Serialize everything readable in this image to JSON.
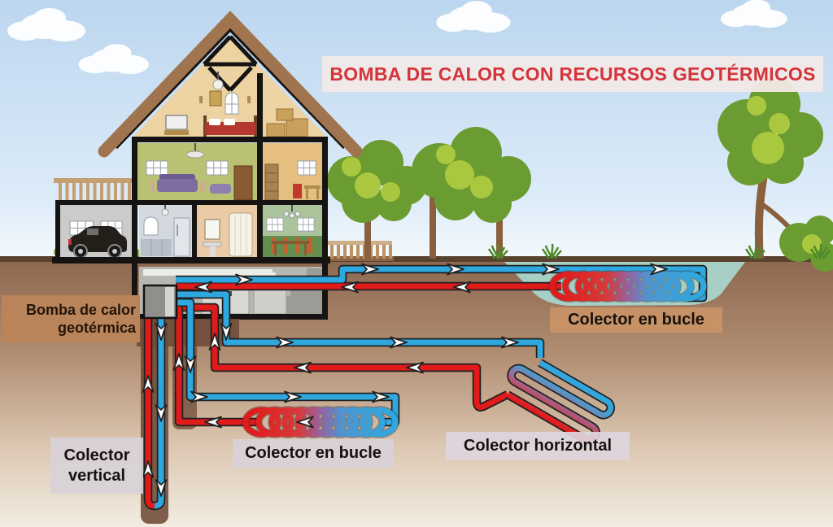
{
  "title": "BOMBA DE CALOR CON RECURSOS GEOTÉRMICOS",
  "labels": {
    "heat_pump_line1": "Bomba de calor",
    "heat_pump_line2": "geotérmica",
    "pond_collector": "Colector en bucle",
    "center_collector": "Colector en bucle",
    "horizontal_collector": "Colector horizontal",
    "vertical_collector_line1": "Colector",
    "vertical_collector_line2": "vertical"
  },
  "colors": {
    "warm_pipe_red": "#E11A1A",
    "cold_pipe_blue": "#2FA8DF",
    "title_text": "#D4343A",
    "title_bg": "#F2E9E8",
    "pond_water": "#A7CFC5",
    "soil_top": "#8D6850",
    "soil_bottom": "#F2ECE1",
    "sky_top": "#BCD6EF",
    "label_bg_lavender": "#D8D1D8",
    "label_bg_tan": "#CB9466",
    "heat_pump_label_bg": "#B98459"
  }
}
